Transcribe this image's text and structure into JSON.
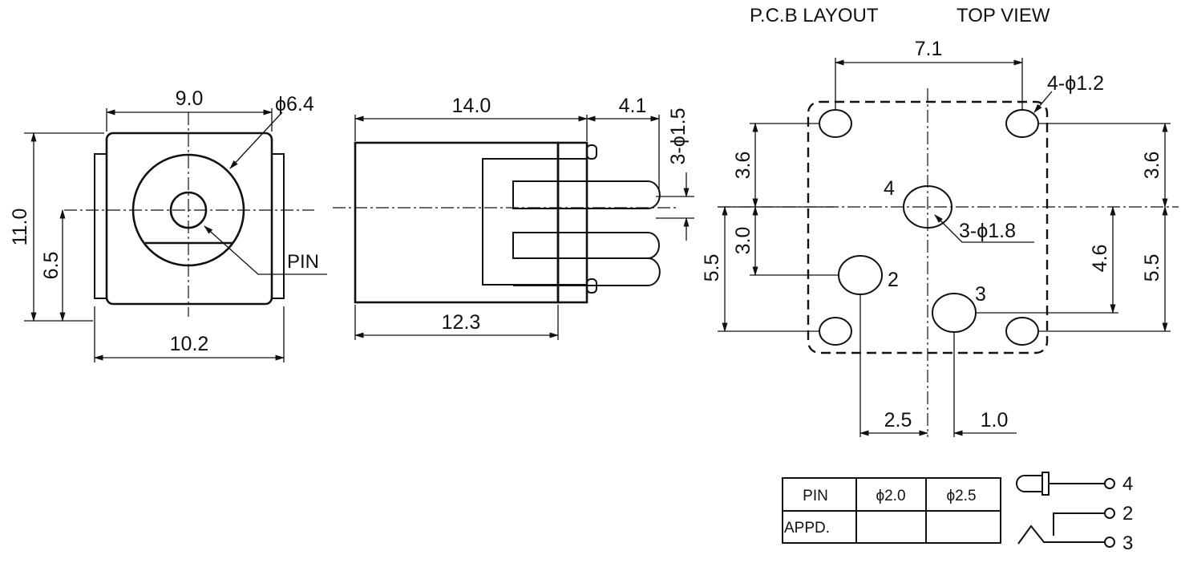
{
  "front_view": {
    "dim_width_top": "9.0",
    "dim_hole_dia": "ϕ6.4",
    "dim_height": "11.0",
    "dim_pin_height": "6.5",
    "dim_width_bottom": "10.2",
    "pin_label": "PIN"
  },
  "side_view": {
    "dim_length": "14.0",
    "dim_pin_length": "4.1",
    "dim_pin_dia": "3-ϕ1.5",
    "dim_body_length": "12.3"
  },
  "pcb_view": {
    "title_left": "P.C.B LAYOUT",
    "title_right": "TOP VIEW",
    "dim_width": "7.1",
    "dim_mount_holes": "4-ϕ1.2",
    "dim_left_upper": "3.6",
    "dim_left_mid": "3.0",
    "dim_left_lower": "5.5",
    "dim_right_upper": "3.6",
    "dim_right_mid": "4.6",
    "dim_right_lower": "5.5",
    "dim_pin_holes": "3-ϕ1.8",
    "dim_bottom_left": "2.5",
    "dim_bottom_right": "1.0",
    "pin_labels": [
      "4",
      "2",
      "3"
    ]
  },
  "spec_table": {
    "headers": [
      "PIN",
      "ϕ2.0",
      "ϕ2.5"
    ],
    "row_label": "APPD."
  },
  "schematic": {
    "terminals": [
      "4",
      "2",
      "3"
    ]
  }
}
